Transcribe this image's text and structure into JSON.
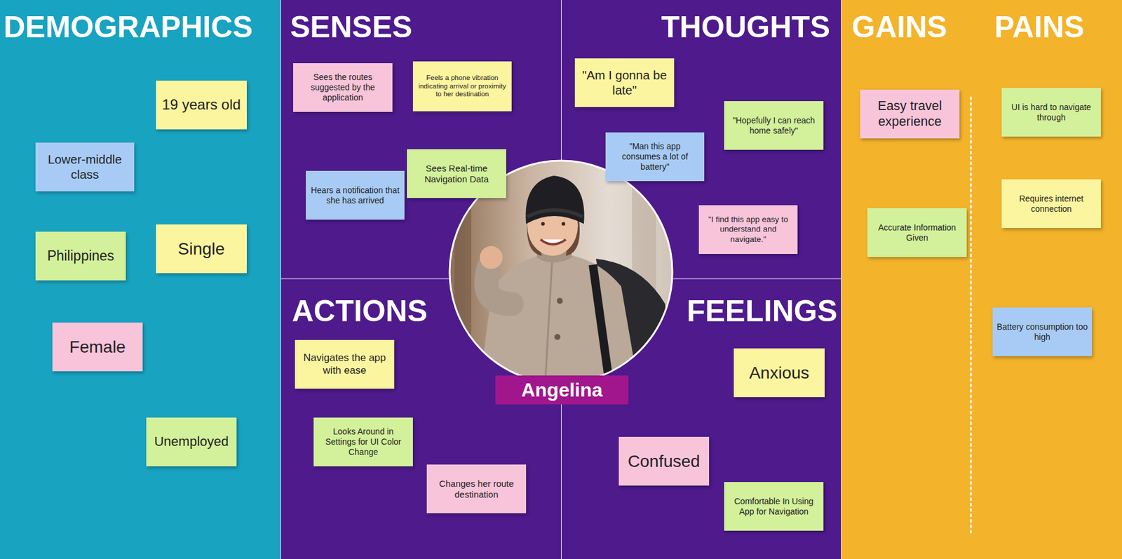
{
  "diagram": {
    "nodes": [
      {
        "text": [
          "DEMOGRAPHICS"
        ]
      },
      {
        "text": [
          "19 years old"
        ],
        "in": 0
      },
      {
        "text": [
          "Lower-middle class"
        ],
        "in": 0
      },
      {
        "text": [
          "Philippines"
        ],
        "in": 0
      },
      {
        "text": [
          "Single"
        ],
        "in": 0
      },
      {
        "text": [
          "Female"
        ],
        "in": 0
      },
      {
        "text": [
          "Unemployed"
        ],
        "in": 0
      },
      {
        "text": [
          "SENSES"
        ]
      },
      {
        "text": [
          "Sees the routes suggested by the application"
        ],
        "in": 7
      },
      {
        "text": [
          "Feels a phone vibration indicating arrival or proximity to her destination"
        ],
        "in": 7
      },
      {
        "text": [
          "Hears a notification that she has arrived"
        ],
        "in": 7
      },
      {
        "text": [
          "Sees Real-time Navigation Data"
        ],
        "in": 7
      },
      {
        "text": [
          "THOUGHTS"
        ]
      },
      {
        "text": [
          "\"Am I gonna be late\""
        ],
        "in": 12
      },
      {
        "text": [
          "\"Hopefully I can reach home safely\""
        ],
        "in": 12
      },
      {
        "text": [
          "\"Man this app consumes a lot of battery\""
        ],
        "in": 12
      },
      {
        "text": [
          "\"I find this app easy to understand and navigate.\""
        ],
        "in": 12
      },
      {
        "text": [
          "ACTIONS"
        ]
      },
      {
        "text": [
          "Navigates the app with ease"
        ],
        "in": 17
      },
      {
        "text": [
          "Looks Around in Settings for UI Color Change"
        ],
        "in": 17
      },
      {
        "text": [
          "Changes her route destination"
        ],
        "in": 17
      },
      {
        "text": [
          "FEELINGS"
        ]
      },
      {
        "text": [
          "Anxious"
        ],
        "in": 21
      },
      {
        "text": [
          "Confused"
        ],
        "in": 21
      },
      {
        "text": [
          "Comfortable In Using App for Navigation"
        ],
        "in": 21
      },
      {
        "text": [
          "GAINS"
        ]
      },
      {
        "text": [
          "Easy travel experience"
        ],
        "in": 25
      },
      {
        "text": [
          "Accurate Information Given"
        ],
        "in": 25
      },
      {
        "text": [
          "PAINS"
        ]
      },
      {
        "text": [
          "UI is hard to navigate through"
        ],
        "in": 28
      },
      {
        "text": [
          "Requires internet connection"
        ],
        "in": 28
      },
      {
        "text": [
          "Battery consumption too high"
        ],
        "in": 28
      },
      {
        "text": [
          "Angelina"
        ]
      }
    ]
  }
}
